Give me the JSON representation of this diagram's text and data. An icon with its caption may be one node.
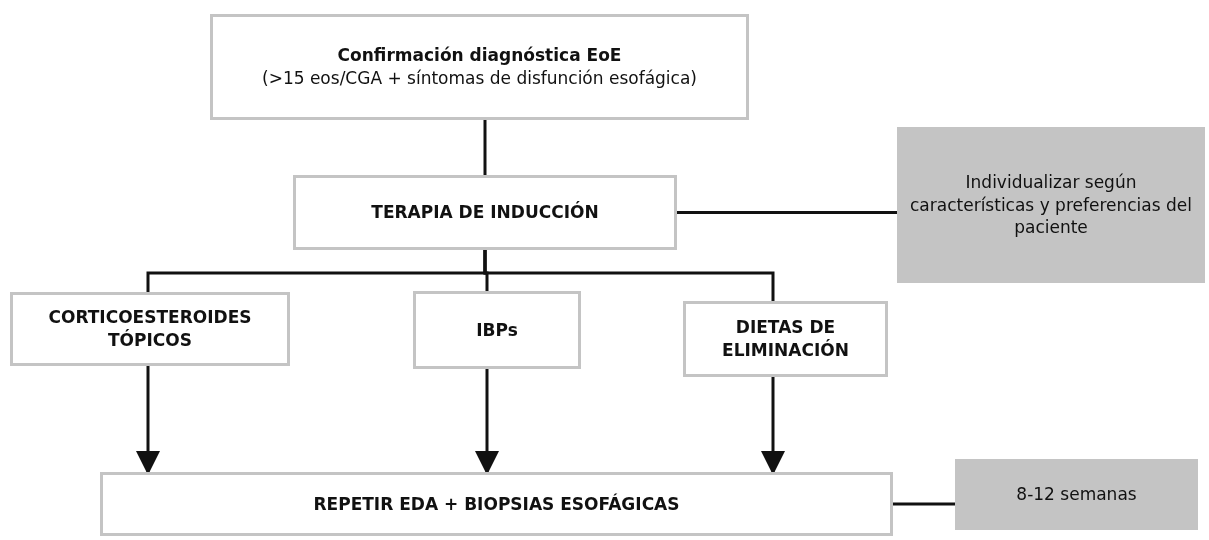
{
  "diagram": {
    "nodes": [
      {
        "text": [
          "Confirmación diagnóstica EoE",
          "(>15 eos/CGA + síntomas de disfunción esofágica)"
        ]
      },
      {
        "text": [
          "TERAPIA DE INDUCCIÓN"
        ]
      },
      {
        "text": [
          "Individualizar según características y preferencias del paciente"
        ]
      },
      {
        "text": [
          "CORTICOESTEROIDES TÓPICOS"
        ]
      },
      {
        "text": [
          "IBPs"
        ]
      },
      {
        "text": [
          "DIETAS DE ELIMINACIÓN"
        ]
      },
      {
        "text": [
          "REPETIR EDA + BIOPSIAS ESOFÁGICAS"
        ]
      },
      {
        "text": [
          "8-12 semanas"
        ]
      }
    ],
    "edges": [
      {
        "from": 0,
        "to": 1,
        "arrow": "none"
      },
      {
        "from": 1,
        "to": 2,
        "arrow": "none"
      },
      {
        "from": 1,
        "to": 3,
        "arrow": "none"
      },
      {
        "from": 1,
        "to": 4,
        "arrow": "none"
      },
      {
        "from": 1,
        "to": 5,
        "arrow": "none"
      },
      {
        "from": 3,
        "to": 6,
        "arrow": "to"
      },
      {
        "from": 4,
        "to": 6,
        "arrow": "to"
      },
      {
        "from": 5,
        "to": 6,
        "arrow": "to"
      },
      {
        "from": 6,
        "to": 7,
        "arrow": "none"
      }
    ]
  }
}
